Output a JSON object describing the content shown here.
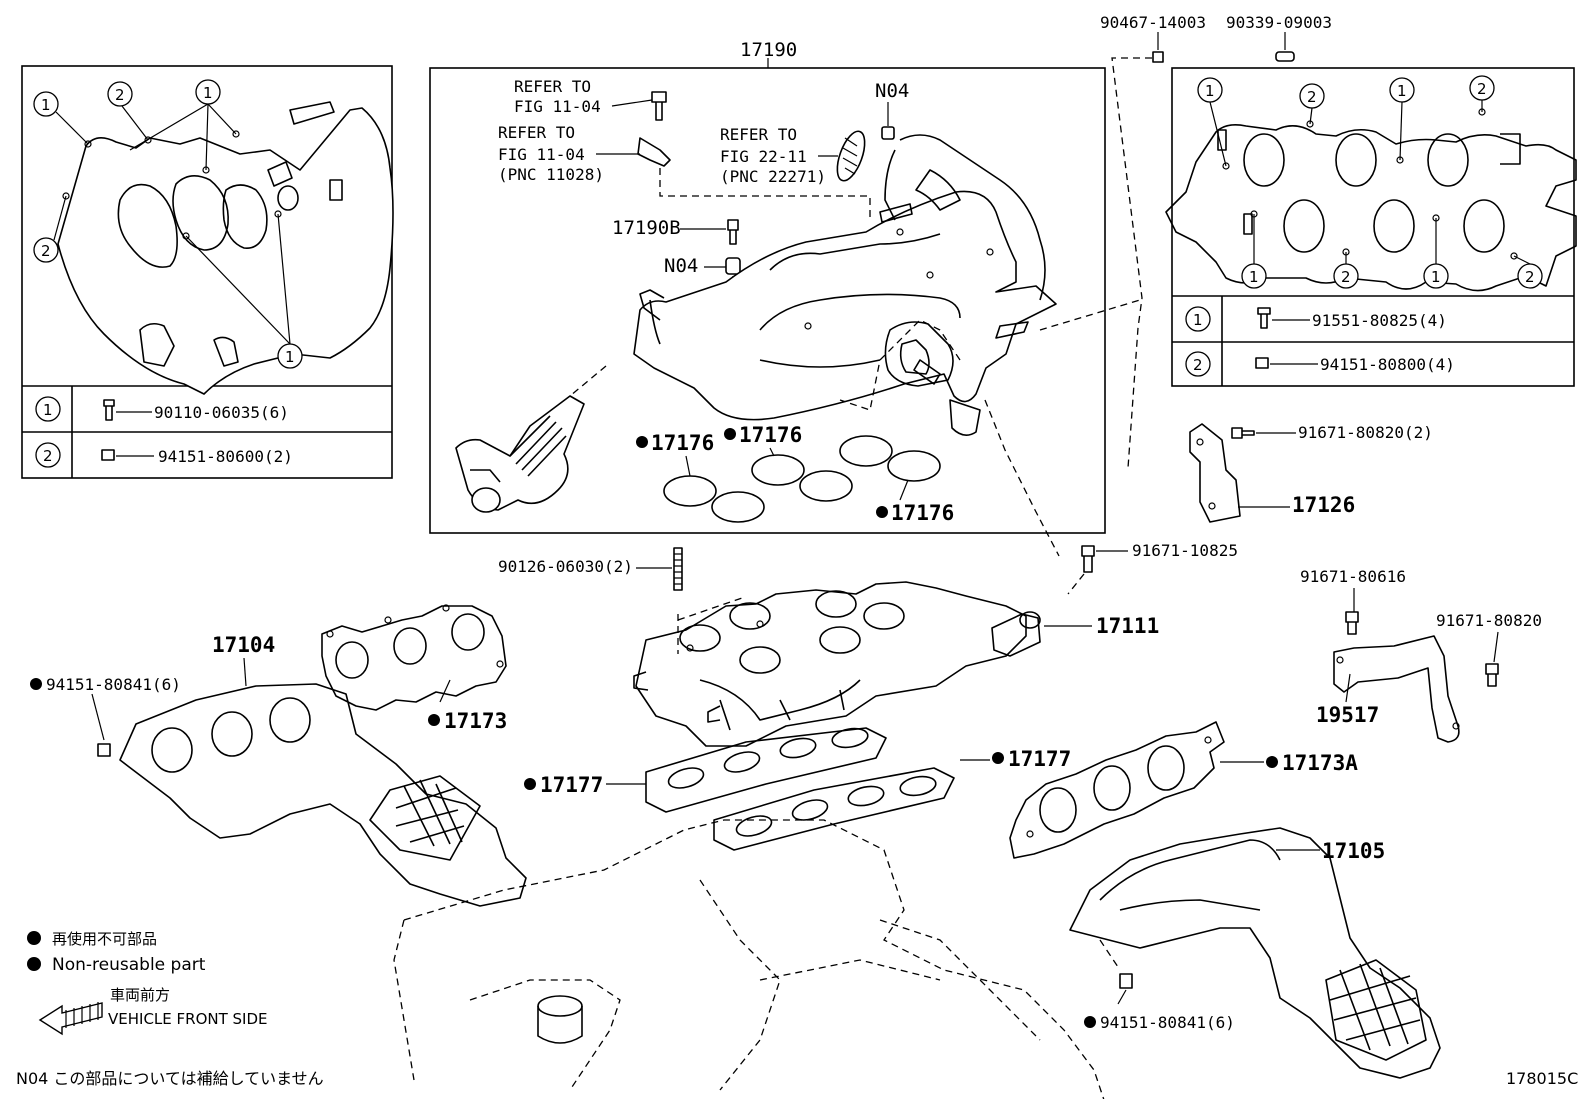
{
  "labels": {
    "p17190": "17190",
    "p90467": "90467-14003",
    "p90339": "90339-09003",
    "refer1a": "REFER TO",
    "refer1b": "FIG 11-04",
    "refer2a": "REFER TO",
    "refer2b": "FIG 11-04",
    "refer2c": "(PNC 11028)",
    "refer3a": "REFER TO",
    "refer3b": "FIG 22-11",
    "refer3c": "(PNC 22271)",
    "n04a": "N04",
    "n04b": "N04",
    "p17190b": "17190B",
    "p17176a": "17176",
    "p17176b": "17176",
    "p17176c": "17176",
    "p90126": "90126-06030(2)",
    "p91671_10825": "91671-10825",
    "p17111": "17111",
    "p91671_80820a": "91671-80820(2)",
    "p17126": "17126",
    "p91671_80616": "91671-80616",
    "p91671_80820b": "91671-80820",
    "p19517": "19517",
    "p17104": "17104",
    "p94151_80841a": "94151-80841(6)",
    "p17173": "17173",
    "p17177a": "17177",
    "p17177b": "17177",
    "p17173a": "17173A",
    "p17105": "17105",
    "p94151_80841b": "94151-80841(6)"
  },
  "left_table": {
    "row1_num": "1",
    "row1_part": "90110-06035(6)",
    "row2_num": "2",
    "row2_part": "94151-80600(2)"
  },
  "right_table": {
    "row1_num": "1",
    "row1_part": "91551-80825(4)",
    "row2_num": "2",
    "row2_part": "94151-80800(4)"
  },
  "callouts": {
    "one": "1",
    "two": "2"
  },
  "legend": {
    "nonreusable_jp": "再使用不可部品",
    "nonreusable_en": "Non-reusable part",
    "front_jp": "車両前方",
    "front_en": "VEHICLE FRONT SIDE",
    "n04_note": "N04 この部品については補給していません"
  },
  "figure_id": "178015C"
}
